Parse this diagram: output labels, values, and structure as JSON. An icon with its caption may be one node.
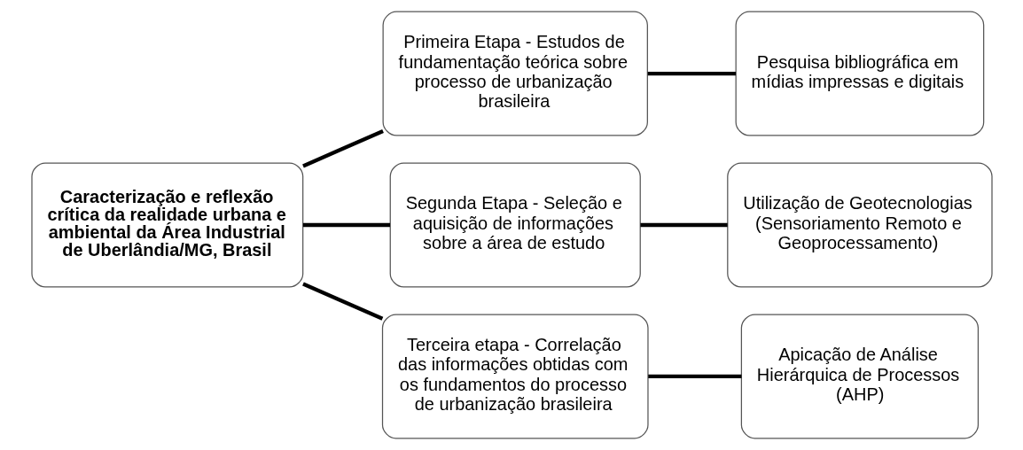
{
  "diagram": {
    "nodes": [
      {
        "text": [
          "Caracterização e reflexão crítica da realidade urbana e ambiental da Área Industrial de Uberlândia/MG, Brasil"
        ]
      },
      {
        "text": [
          "Primeira Etapa - Estudos de fundamentação teórica sobre processo de urbanização brasileira"
        ]
      },
      {
        "text": [
          "Segunda Etapa - Seleção e aquisição de informações sobre a área de estudo"
        ]
      },
      {
        "text": [
          "Terceira etapa - Correlação das informações obtidas com os fundamentos do processo de urbanização brasileira"
        ]
      },
      {
        "text": [
          "Pesquisa bibliográfica em mídias impressas e digitais"
        ]
      },
      {
        "text": [
          "Utilização de Geotecnologias (Sensoriamento Remoto e Geoprocessamento)"
        ]
      },
      {
        "text": [
          "Apicação de Análise Hierárquica de Processos (AHP)"
        ]
      }
    ],
    "edges": [
      {
        "from": 0,
        "to": 1,
        "arrow": "none"
      },
      {
        "from": 0,
        "to": 2,
        "arrow": "none"
      },
      {
        "from": 0,
        "to": 3,
        "arrow": "none"
      },
      {
        "from": 1,
        "to": 4,
        "arrow": "none"
      },
      {
        "from": 2,
        "to": 5,
        "arrow": "none"
      },
      {
        "from": 3,
        "to": 6,
        "arrow": "none"
      }
    ]
  }
}
